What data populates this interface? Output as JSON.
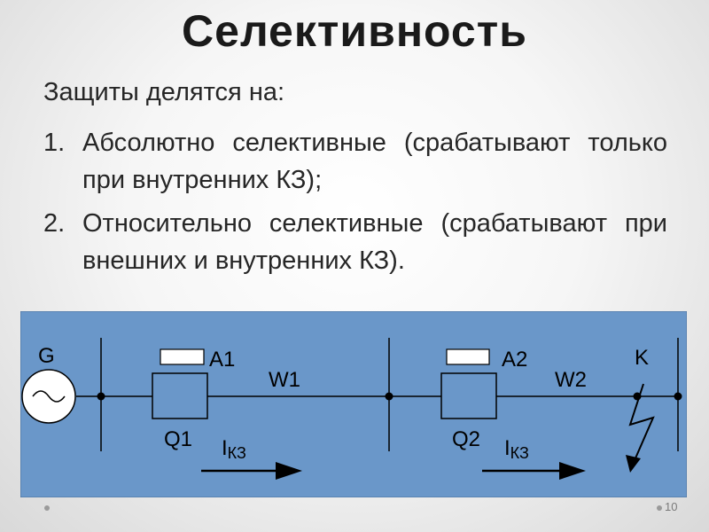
{
  "slide": {
    "title": "Селективность",
    "intro": "Защиты делятся на:",
    "items": [
      {
        "num": "1.",
        "text": "Абсолютно селективные (срабатывают только при внутренних КЗ);"
      },
      {
        "num": "2.",
        "text": "Относительно селективные (срабатывают при внешних и внутренних КЗ)."
      }
    ],
    "page_number": "10"
  },
  "diagram": {
    "background_color": "#6a97c9",
    "line_color": "#000000",
    "box_fill": "#6a97c9",
    "relay_fill": "#ffffff",
    "labels": {
      "generator": "G",
      "relay1": "A1",
      "relay2": "A2",
      "line1": "W1",
      "line2": "W2",
      "breaker1": "Q1",
      "breaker2": "Q2",
      "fault": "K",
      "current_main": "I",
      "current_sub": "КЗ"
    },
    "icons": [
      "generator-sine-icon",
      "fault-lightning-icon",
      "current-arrow-icon"
    ]
  }
}
